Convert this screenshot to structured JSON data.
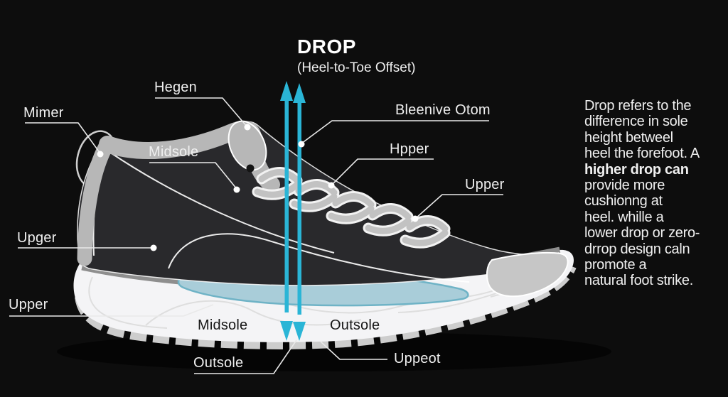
{
  "title": {
    "main": "DROP",
    "subtitle": "(Heel-to-Toe Offset)"
  },
  "labels": {
    "mimer": "Mimer",
    "hegen": "Hegen",
    "midsole_top": "Midsole",
    "upger": "Upger",
    "upper_left": "Upper",
    "bleenive_otom": "Bleenive Otom",
    "hpper": "Hpper",
    "upper_right": "Upper",
    "midsole_sole": "Midsole",
    "outsole_sole": "Outsole",
    "outsole_bottom": "Outsole",
    "uppeot": "Uppeot"
  },
  "description": {
    "lines": [
      "Drop refers to the",
      "difference in sole",
      "height betweel",
      "heel the forefoot. A",
      "higher drop can",
      "provide more",
      "cushionng at",
      "heel. whille a",
      "lower drop or zero-",
      "drrop design caln",
      "promote a",
      "natural foot strike."
    ]
  },
  "icons": {
    "drop_arrows": "double-headed-vertical-arrows"
  },
  "colors": {
    "background": "#0d0d0d",
    "arrow_cyan": "#2ab5d6",
    "insole_blue": "#a9cdd9",
    "insole_edge": "#6fb3c6",
    "midsole_white": "#f4f4f6",
    "upper_dark": "#29292c",
    "collar_gray": "#b7b7b7",
    "label_white": "#efefef",
    "sole_text_dark": "#161616"
  }
}
